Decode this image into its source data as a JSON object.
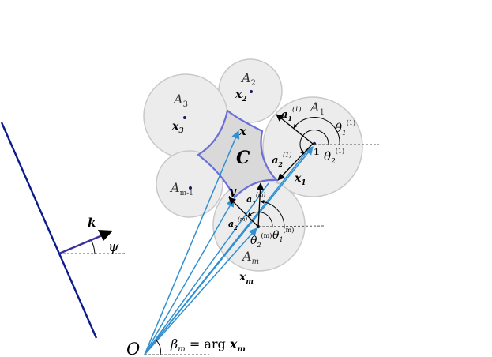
{
  "colors": {
    "disk_fill": "#ececec",
    "disk_stroke": "#c8c8c8",
    "cavity_fill": "#d9d9d9",
    "cavity_stroke": "#6b6fd6",
    "position_vector": "#2f8fd0",
    "boundary_line": "#0b1a8c",
    "wave_vector": "#3a2f9e",
    "ink": "#000000"
  },
  "labels": {
    "disk_1": "A",
    "disk_1_sub": "1",
    "disk_2": "A",
    "disk_2_sub": "2",
    "disk_3": "A",
    "disk_3_sub": "3",
    "disk_m1": "A",
    "disk_m1_sub": "m-1",
    "disk_m": "A",
    "disk_m_sub": "m",
    "cavity": "C",
    "point_x": "x",
    "point_y": "y",
    "center_2": "x",
    "center_2_sub": "2",
    "center_3": "x",
    "center_3_sub": "3",
    "vec_x1": "x",
    "vec_x1_sub": "1",
    "vec_xm": "x",
    "vec_xm_sub": "m",
    "a1_1": "a",
    "a1_1_sub": "1",
    "a1_1_sup": "(1)",
    "a2_1": "a",
    "a2_1_sub": "2",
    "a2_1_sup": "(1)",
    "theta1_1": "θ",
    "theta1_1_sub": "1",
    "theta1_1_sup": "(1)",
    "theta2_1": "θ",
    "theta2_1_sub": "2",
    "theta2_1_sup": "(1)",
    "center_1_tag": "1",
    "a1_m": "a",
    "a1_m_sub": "1",
    "a1_m_sup": "(m)",
    "a2_m": "a",
    "a2_m_sub": "2",
    "a2_m_sup": "(m)",
    "theta1_m": "θ",
    "theta1_m_sub": "1",
    "theta1_m_sup": "(m)",
    "theta2_m": "θ",
    "theta2_m_sub": "2",
    "theta2_m_sup": "(m)",
    "origin": "O",
    "beta": "β",
    "beta_sub": "m",
    "beta_eq": " = arg ",
    "beta_x": "x",
    "beta_x_sub": "m",
    "wave_k": "k",
    "psi": "ψ"
  }
}
